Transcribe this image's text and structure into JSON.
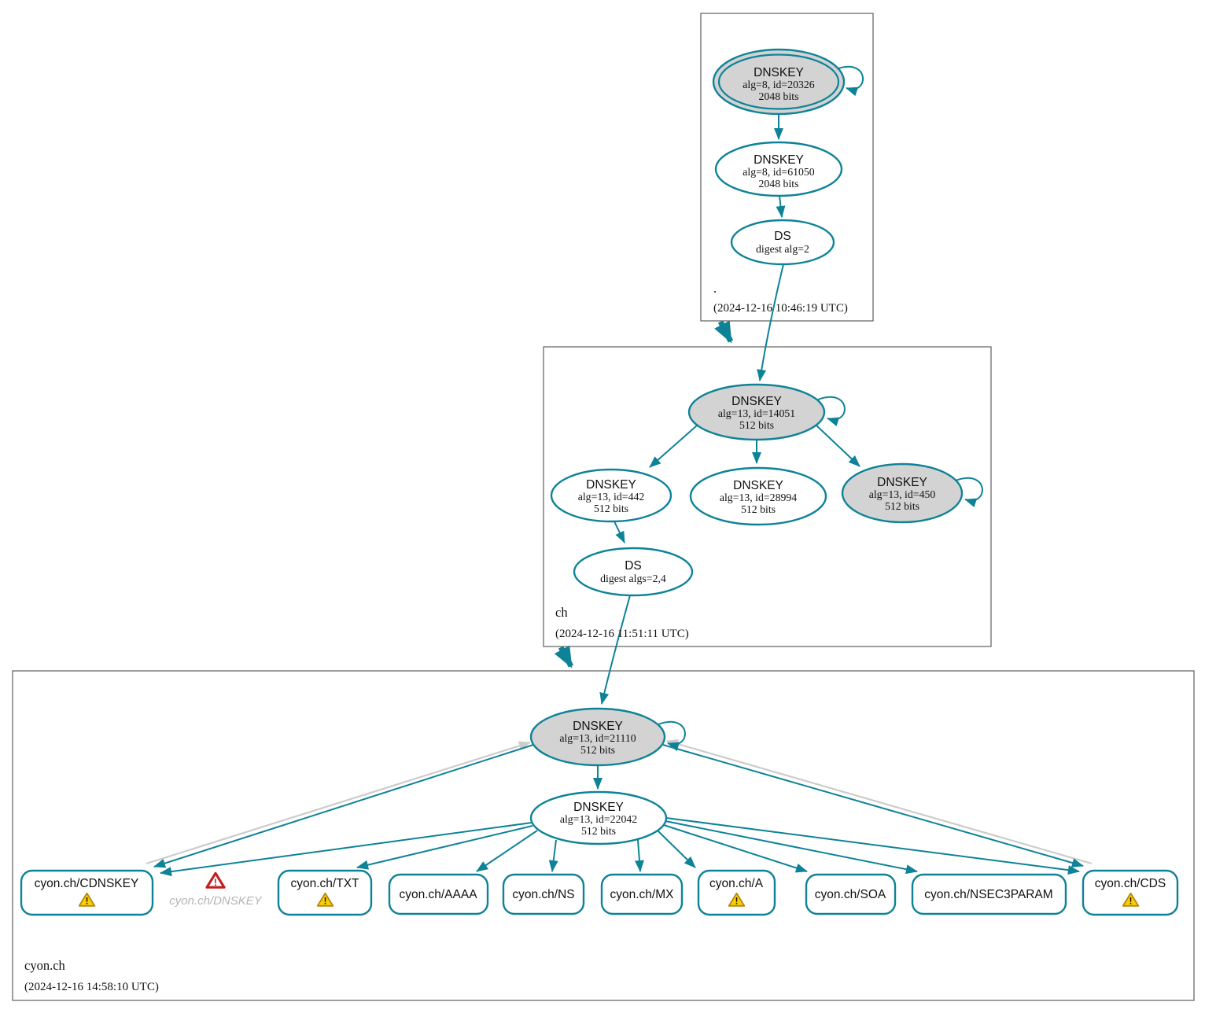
{
  "diagram": {
    "kind": "dnssec-authentication-chain",
    "colors": {
      "teal": "#0E8397",
      "node_fill_gray": "#d3d3d3",
      "edge_gray": "#cccccc",
      "warning_yellow": "#F7CE0A",
      "warning_border": "#B8860B",
      "error_red": "#C41E1E"
    }
  },
  "zones": {
    "root": {
      "label": ".",
      "timestamp": "(2024-12-16 10:46:19 UTC)"
    },
    "ch": {
      "label": "ch",
      "timestamp": "(2024-12-16 11:51:11 UTC)"
    },
    "cyon_ch": {
      "label": "cyon.ch",
      "timestamp": "(2024-12-16 14:58:10 UTC)"
    }
  },
  "nodes": {
    "root_ksk": {
      "type": "DNSKEY",
      "detail1": "alg=8, id=20326",
      "detail2": "2048 bits"
    },
    "root_zsk": {
      "type": "DNSKEY",
      "detail1": "alg=8, id=61050",
      "detail2": "2048 bits"
    },
    "root_ds": {
      "type": "DS",
      "detail1": "digest alg=2"
    },
    "ch_ksk": {
      "type": "DNSKEY",
      "detail1": "alg=13, id=14051",
      "detail2": "512 bits"
    },
    "ch_key_442": {
      "type": "DNSKEY",
      "detail1": "alg=13, id=442",
      "detail2": "512 bits"
    },
    "ch_key_28994": {
      "type": "DNSKEY",
      "detail1": "alg=13, id=28994",
      "detail2": "512 bits"
    },
    "ch_key_450": {
      "type": "DNSKEY",
      "detail1": "alg=13, id=450",
      "detail2": "512 bits"
    },
    "ch_ds": {
      "type": "DS",
      "detail1": "digest algs=2,4"
    },
    "cyon_ksk": {
      "type": "DNSKEY",
      "detail1": "alg=13, id=21110",
      "detail2": "512 bits"
    },
    "cyon_zsk": {
      "type": "DNSKEY",
      "detail1": "alg=13, id=22042",
      "detail2": "512 bits"
    },
    "cyon_missing_dnskey": {
      "label": "cyon.ch/DNSKEY",
      "status": "error"
    }
  },
  "rrsets": [
    {
      "label": "cyon.ch/CDNSKEY",
      "warning": true
    },
    {
      "label": "cyon.ch/TXT",
      "warning": true
    },
    {
      "label": "cyon.ch/AAAA",
      "warning": false
    },
    {
      "label": "cyon.ch/NS",
      "warning": false
    },
    {
      "label": "cyon.ch/MX",
      "warning": false
    },
    {
      "label": "cyon.ch/A",
      "warning": true
    },
    {
      "label": "cyon.ch/SOA",
      "warning": false
    },
    {
      "label": "cyon.ch/NSEC3PARAM",
      "warning": false
    },
    {
      "label": "cyon.ch/CDS",
      "warning": true
    }
  ]
}
